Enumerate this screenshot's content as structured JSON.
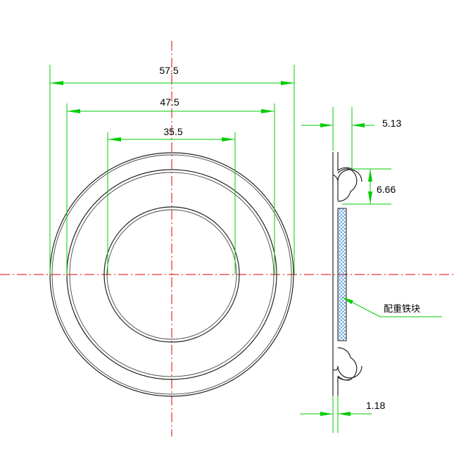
{
  "dimensions": {
    "outer_diameter": "57.5",
    "middle_diameter": "47.5",
    "inner_diameter": "35.5",
    "side_width": "5.13",
    "surround_height": "6.66",
    "thickness": "1.18"
  },
  "annotation": {
    "label": "配重铁块"
  },
  "colors": {
    "center_line": "#e00000",
    "dimension_line": "#00cc00",
    "outline": "#222222",
    "hatch": "#2277cc"
  }
}
